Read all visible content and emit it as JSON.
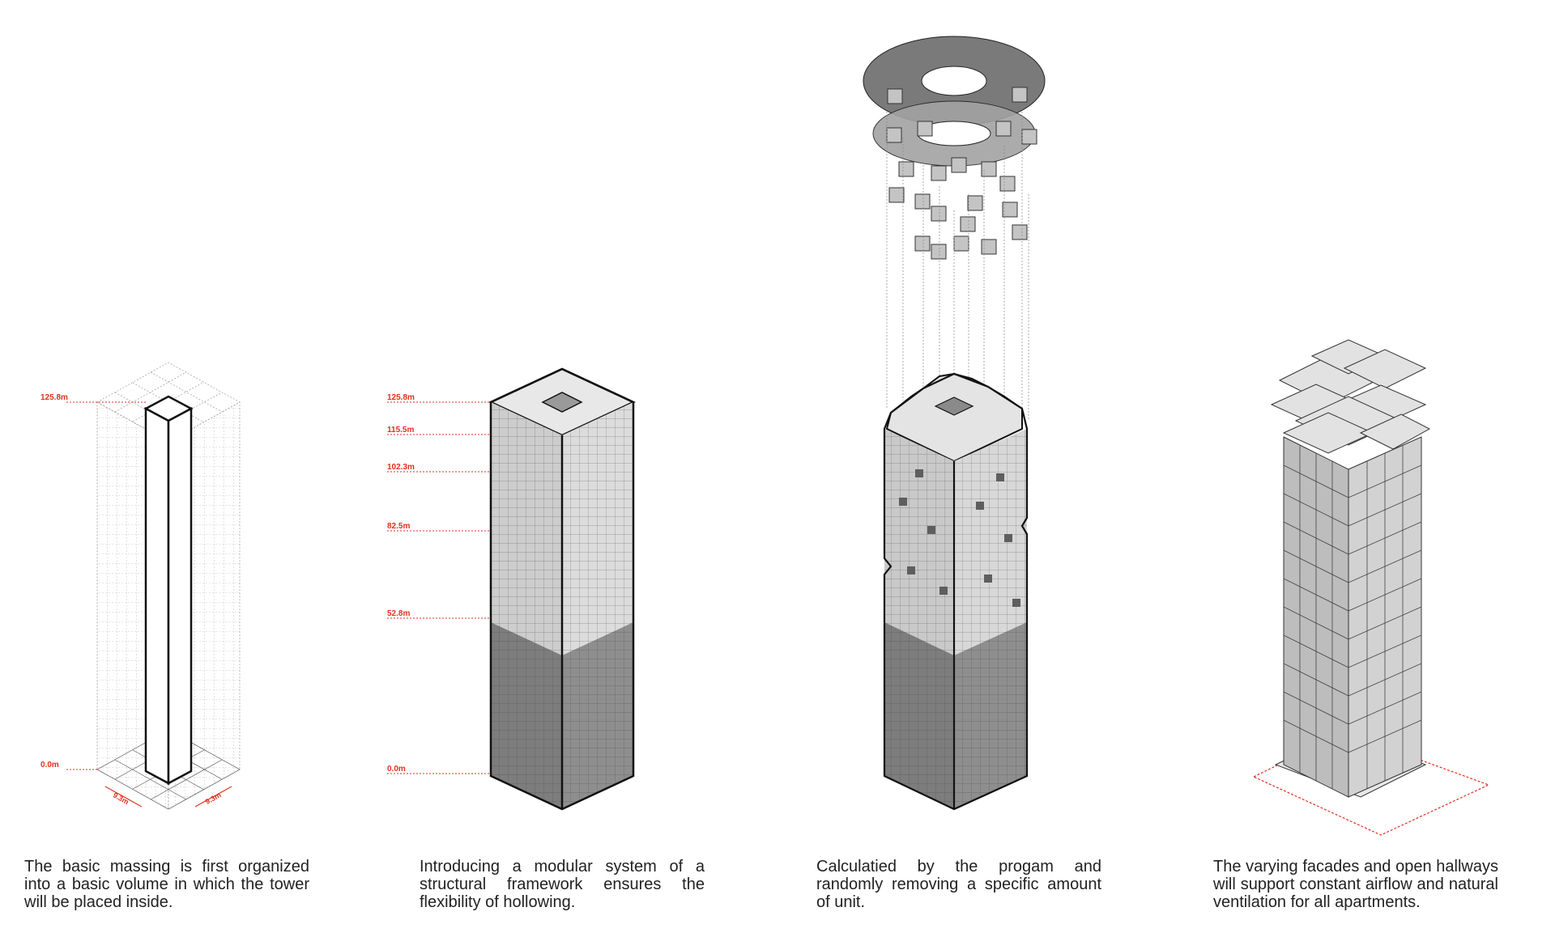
{
  "panels": [
    {
      "levels": [
        "125.8m",
        "0.0m"
      ],
      "dimensions": [
        "9.3m",
        "9.3m"
      ],
      "caption": "The basic massing is first organized into a basic volume in which the tower will be placed inside."
    },
    {
      "levels": [
        "125.8m",
        "115.5m",
        "102.3m",
        "82.5m",
        "52.8m",
        "0.0m"
      ],
      "caption": "Introducing a modular system of a structural framework ensures the flexibility of hollowing."
    },
    {
      "caption": "Calculatied by the progam and randomly removing a specific amount of unit."
    },
    {
      "caption": "The varying facades and open hallways will support constant airflow and natural ventilation for all apartments."
    }
  ],
  "colors": {
    "annotation": "#e0301e",
    "upper_grid": "#cfcfcf",
    "lower_grid": "#8a8a8a",
    "outline": "#111111"
  }
}
